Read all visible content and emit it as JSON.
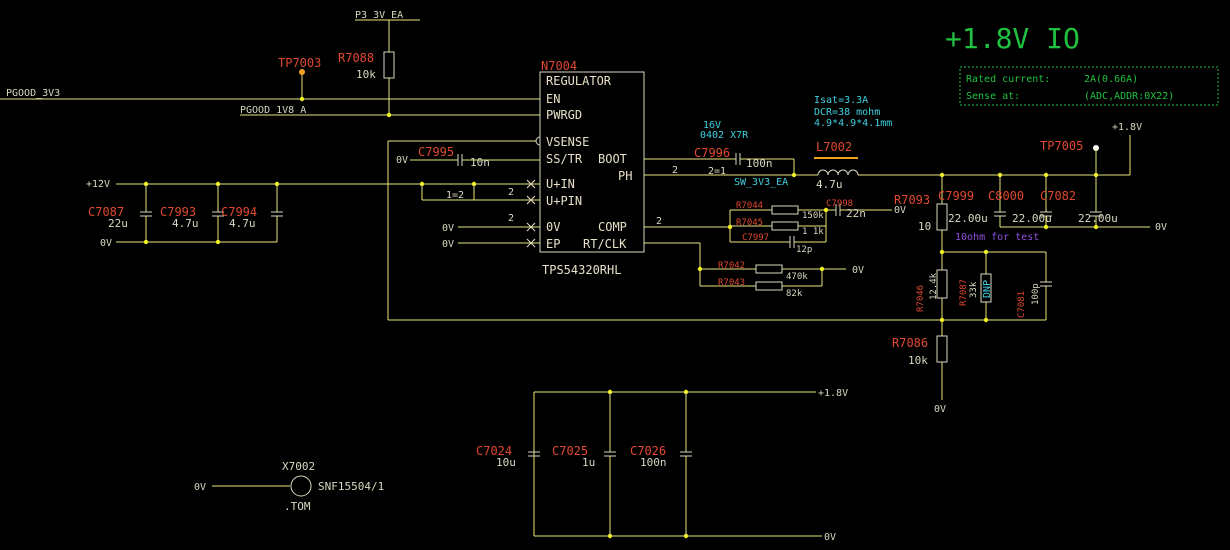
{
  "title": "+1.8V IO",
  "info_box": {
    "rated_label": "Rated current:",
    "rated_value": "2A(0.66A)",
    "sense_label": "Sense at:",
    "sense_value": "(ADC,ADDR:0X22)"
  },
  "colors": {
    "background": "#000000",
    "wire": "#e8e47a",
    "reference": "#e04830",
    "title": "#20c040",
    "note": "#40d0e0",
    "junction": "#f0f020"
  },
  "ic": {
    "ref": "N7004",
    "part": "TPS54320RHL",
    "pins_left": [
      "REGULATOR",
      "EN",
      "PWRGD",
      "VSENSE",
      "SS/TR",
      "U+IN",
      "U+PIN",
      "0V",
      "EP"
    ],
    "pins_right": [
      "BOOT",
      "PH",
      "COMP",
      "RT/CLK"
    ]
  },
  "nets": {
    "p3v3": "P3_3V_EA",
    "pgood_3v3": "PGOOD_3V3",
    "pgood_1v8": "PGOOD_1V8_A",
    "v12": "+12V",
    "v0": "0V",
    "v18": "+1.8V",
    "sw": "SW_3V3_EA"
  },
  "test_points": [
    "TP7003",
    "TP7005"
  ],
  "resistors": {
    "r7088": {
      "ref": "R7088",
      "value": "10k"
    },
    "r7044": {
      "ref": "R7044",
      "value": "150k"
    },
    "r7045": {
      "ref": "R7045",
      "value": "1 1k"
    },
    "r7042": {
      "ref": "R7042",
      "value": "470k"
    },
    "r7043": {
      "ref": "R7043",
      "value": "82k"
    },
    "r7093": {
      "ref": "R7093",
      "value": "10"
    },
    "r7046": {
      "ref": "R7046",
      "value": "12.4k"
    },
    "r7087": {
      "ref": "R7087",
      "value": "33k",
      "mark": "DNP"
    },
    "r7086": {
      "ref": "R7086",
      "value": "10k"
    }
  },
  "capacitors": {
    "c7995": {
      "ref": "C7995",
      "value": "10n"
    },
    "c7996": {
      "ref": "C7996",
      "value": "100n"
    },
    "c7087": {
      "ref": "C7087",
      "value": "22u"
    },
    "c7993": {
      "ref": "C7993",
      "value": "4.7u"
    },
    "c7994": {
      "ref": "C7994",
      "value": "4.7u"
    },
    "c7998": {
      "ref": "C7998",
      "value": "22n"
    },
    "c7997": {
      "ref": "C7997",
      "value": "12p"
    },
    "c7999": {
      "ref": "C7999",
      "value": "22.00u"
    },
    "c8000": {
      "ref": "C8000",
      "value": "22.00u"
    },
    "c7082": {
      "ref": "C7082",
      "value": "22.00u"
    },
    "c7081": {
      "ref": "C7081",
      "value": "100p"
    },
    "c7024": {
      "ref": "C7024",
      "value": "10u"
    },
    "c7025": {
      "ref": "C7025",
      "value": "1u"
    },
    "c7026": {
      "ref": "C7026",
      "value": "100n"
    }
  },
  "inductor": {
    "ref": "L7002",
    "value": "4.7u",
    "isat": "Isat=3.3A",
    "dcr": "DCR=38 mohm",
    "size": "4.9*4.9*4.1mm"
  },
  "boot_cap_note": {
    "voltage": "16V",
    "package": "0402 X7R"
  },
  "bus_labels": {
    "b2a": "2",
    "b2b": "2",
    "b2c": "2",
    "b2d": "2",
    "b21": "2=1",
    "b12": "1=2"
  },
  "sense_note": "10ohm for test",
  "mount": {
    "ref": "X7002",
    "part": "SNF15504/1",
    "note": ".TOM"
  }
}
